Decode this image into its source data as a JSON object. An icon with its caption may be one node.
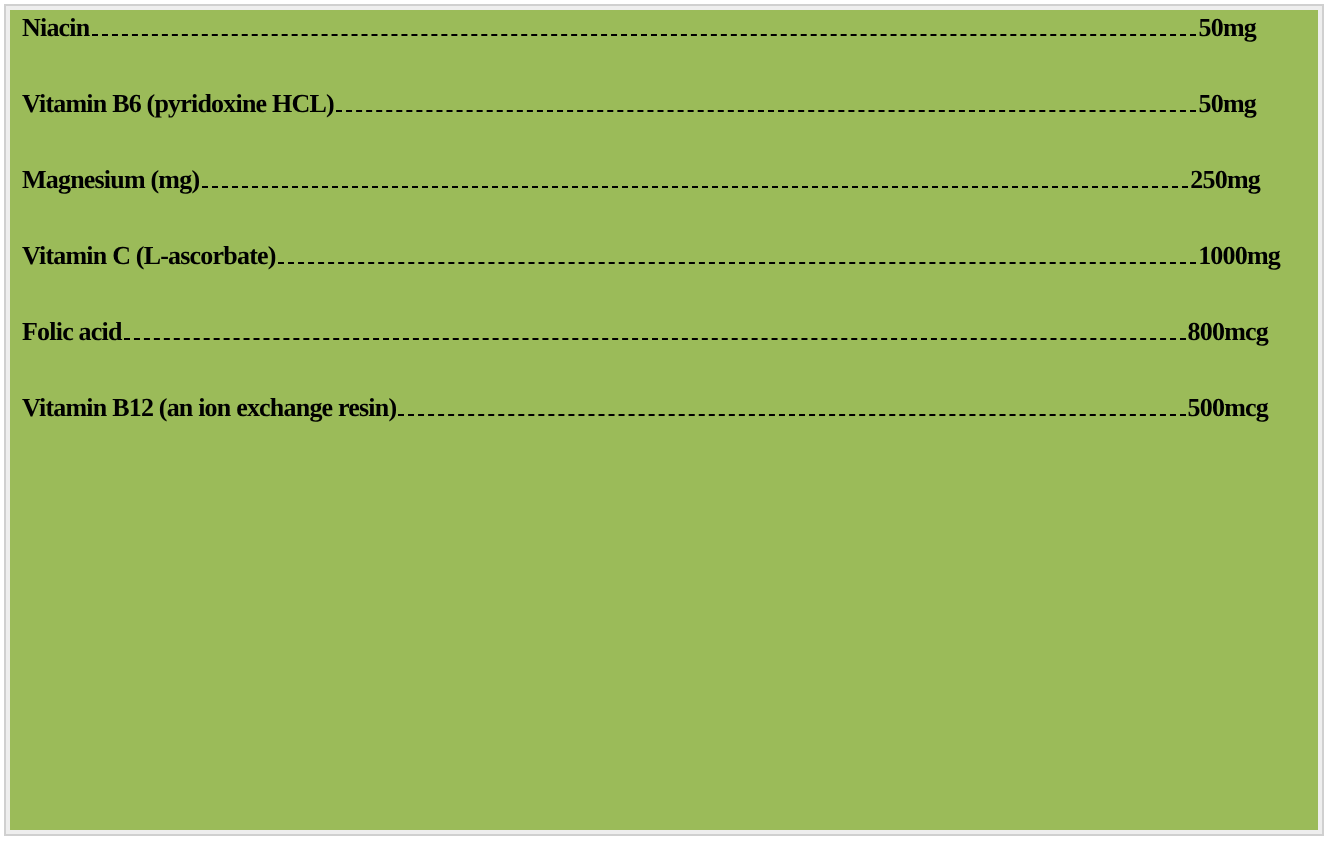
{
  "diagram": {
    "labels": [
      "Niacin",
      "50mg",
      "Vitamin B6 (pyridoxine HCL)",
      "50mg",
      "Magnesium (mg)",
      "250mg",
      "Vitamin C (L-ascorbate)",
      "1000mg",
      "Folic acid",
      "800mcg",
      "Vitamin B12 (an ion exchange resin)",
      "500mcg"
    ]
  }
}
